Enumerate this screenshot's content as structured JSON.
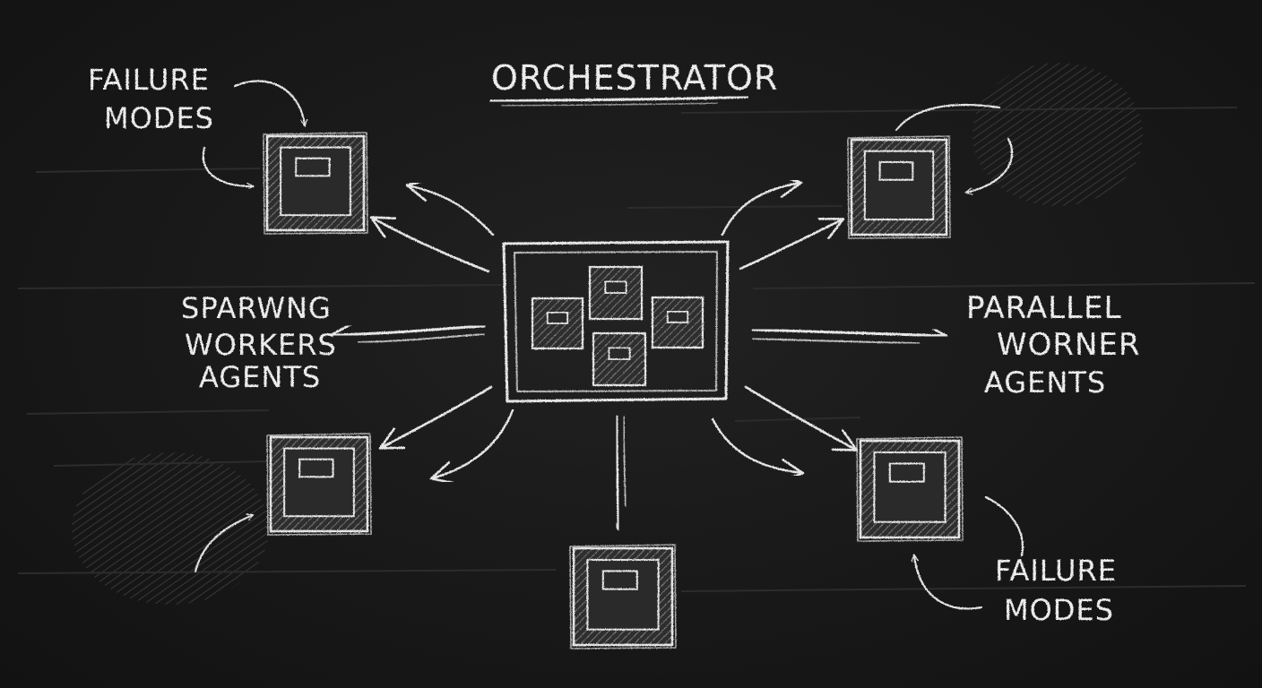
{
  "title": "ORCHESTRATOR",
  "labels": {
    "failure_top_left": [
      "FAILURE",
      "MODES"
    ],
    "spawning_workers": [
      "SPARWNG",
      "WORKERS",
      "AGENTS"
    ],
    "parallel_workers": [
      "PARALLEL",
      "WORNER",
      "AGENTS"
    ],
    "failure_bottom_right": [
      "FAILURE",
      "MODES"
    ]
  },
  "colors": {
    "background": "#1a1a1a",
    "chalk": "#e6e6e6",
    "box_fill": "#3a3a3a"
  }
}
